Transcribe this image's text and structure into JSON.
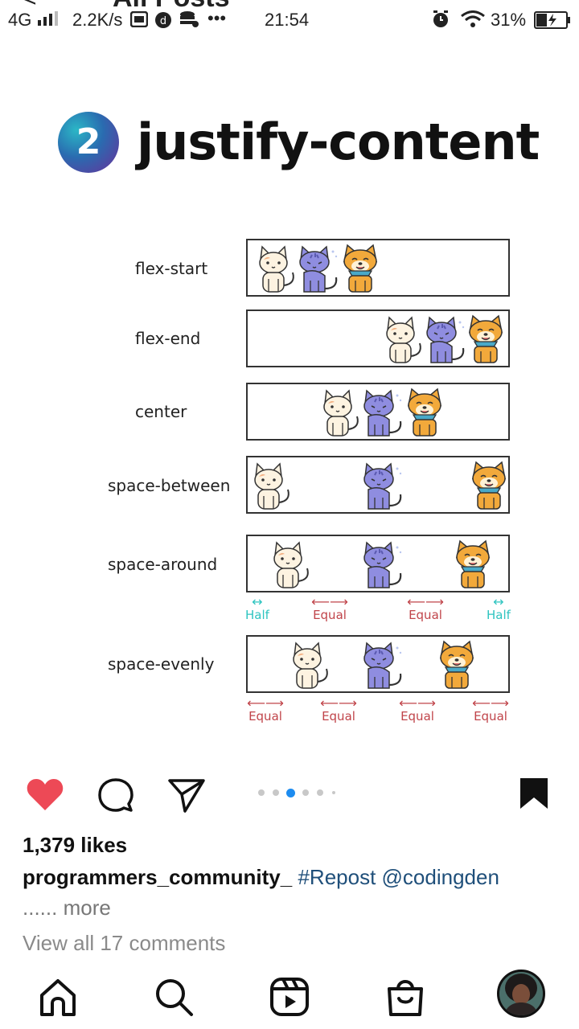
{
  "status_bar": {
    "network": "4G",
    "speed": "2.2K/s",
    "time": "21:54",
    "battery": "31%",
    "more": "•••"
  },
  "header": {
    "title_partial": "All Posts"
  },
  "post_image": {
    "badge_number": "2",
    "heading": "justify-content",
    "rows": [
      {
        "label": "flex-start"
      },
      {
        "label": "flex-end"
      },
      {
        "label": "center"
      },
      {
        "label": "space-between"
      },
      {
        "label": "space-around"
      },
      {
        "label": "space-evenly"
      }
    ],
    "space_around_gaps": [
      "Half",
      "Equal",
      "Equal",
      "Half"
    ],
    "space_evenly_gaps": [
      "Equal",
      "Equal",
      "Equal",
      "Equal"
    ]
  },
  "actions": {
    "like_icon": "heart-icon",
    "comment_icon": "comment-icon",
    "share_icon": "send-icon",
    "save_icon": "bookmark-icon",
    "carousel_dots": 6,
    "carousel_active_index": 2,
    "like_color": "#ed4956"
  },
  "post": {
    "likes": "1,379 likes",
    "username": "programmers_community_",
    "caption_tags": "#Repost @codingden",
    "more_dots": "......",
    "more": "more",
    "view_comments": "View all 17 comments"
  },
  "nav": {
    "items": [
      "home-icon",
      "search-icon",
      "reels-icon",
      "shop-icon",
      "profile-avatar"
    ]
  }
}
